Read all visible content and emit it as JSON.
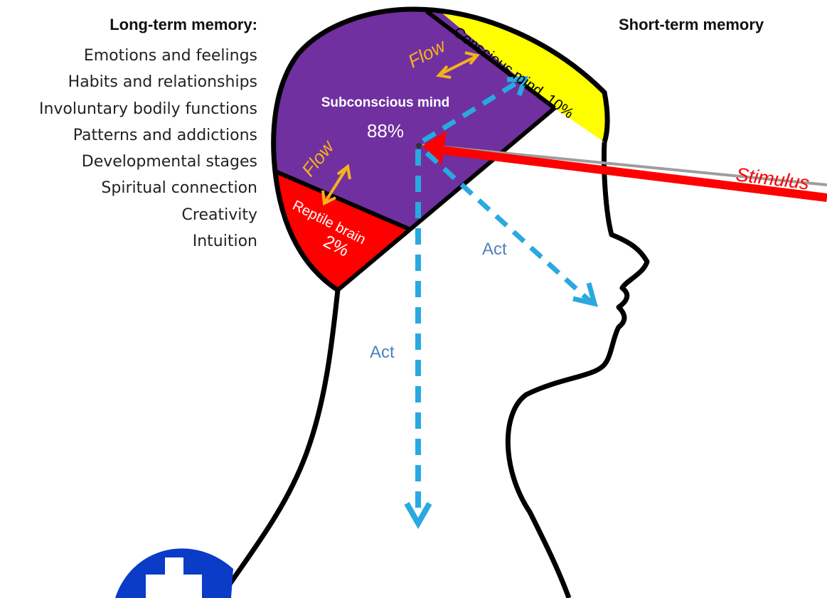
{
  "long_term": {
    "heading": "Long-term memory:",
    "items": [
      "Emotions and feelings",
      "Habits and relationships",
      "Involuntary bodily functions",
      "Patterns and addictions",
      "Developmental stages",
      "Spiritual connection",
      "Creativity",
      "Intuition"
    ]
  },
  "short_term": {
    "heading": "Short-term memory"
  },
  "regions": {
    "conscious": {
      "label": "Conscious mind, 10%",
      "color": "#ffff00"
    },
    "subconscious": {
      "label": "Subconscious mind",
      "percent": "88%",
      "color": "#7030a0"
    },
    "reptile": {
      "label": "Reptile brain",
      "percent": "2%",
      "color": "#ff0000"
    }
  },
  "flows": [
    "Flow",
    "Flow"
  ],
  "stimulus": {
    "label": "Stimulus",
    "color": "#ff0000"
  },
  "acts": [
    "Act",
    "Act"
  ],
  "colors": {
    "flow_arrow": "#f4b21b",
    "act_arrow": "#29a9e0",
    "act_text": "#4f81bd",
    "outline": "#000000",
    "badge": "#0a3cc8"
  }
}
